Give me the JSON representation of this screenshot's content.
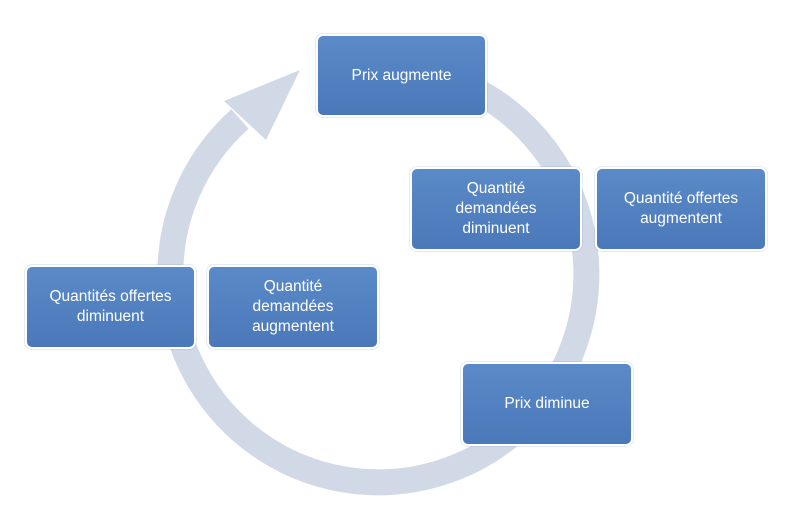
{
  "diagram": {
    "ring_color": "#d2d9e6",
    "box_color": "#4f7fc0",
    "nodes": {
      "prix_augmente": "Prix augmente",
      "quantite_demandees_diminuent": "Quantité\ndemandées\ndiminuent",
      "quantite_offertes_augmentent": "Quantité offertes\naugmentent",
      "quantites_offertes_diminuent": "Quantités offertes\ndiminuent",
      "quantite_demandees_augmentent": "Quantité\ndemandées\naugmentent",
      "prix_diminue": "Prix diminue"
    }
  }
}
